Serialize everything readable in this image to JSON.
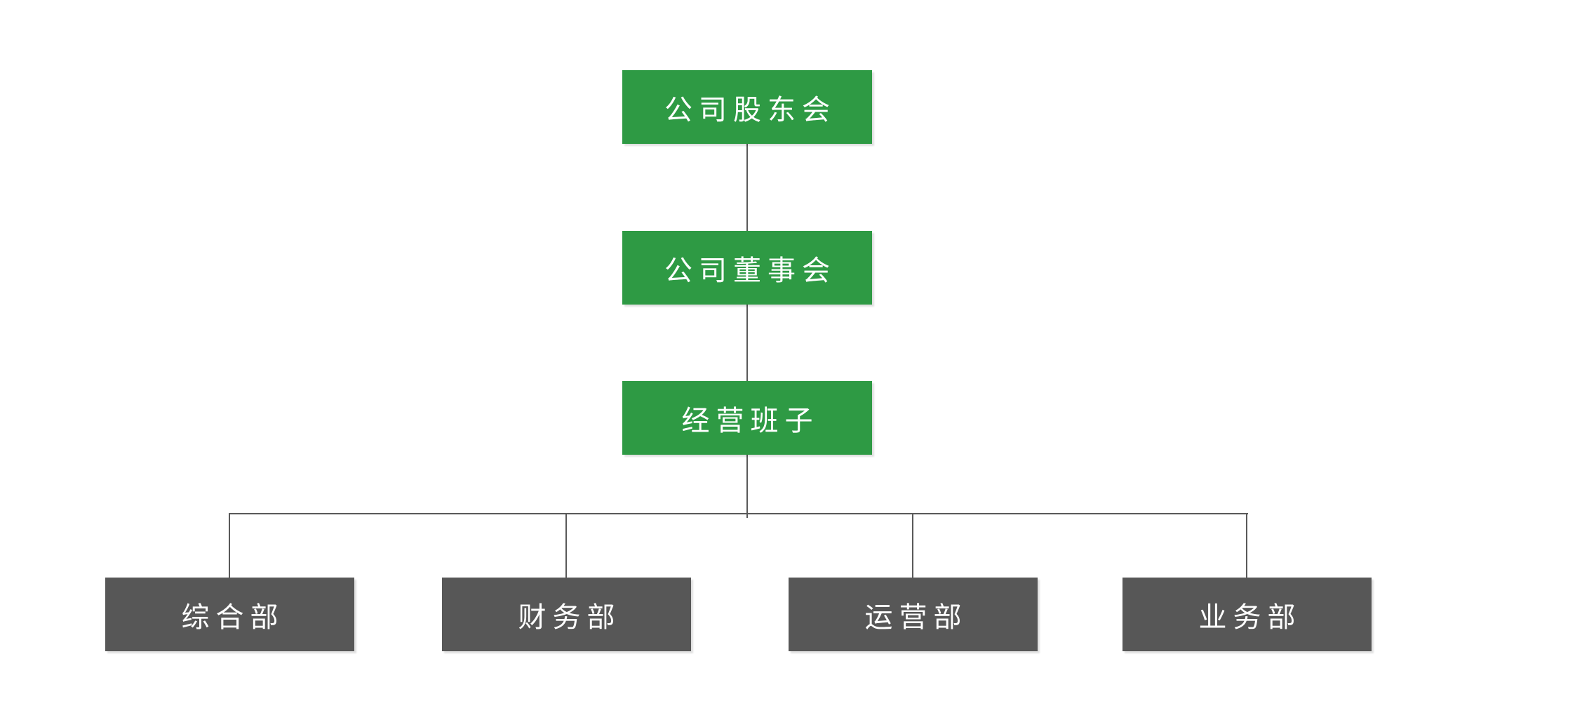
{
  "org_chart": {
    "type": "org-tree",
    "levels": [
      {
        "id": "shareholders-meeting",
        "label": "公司股东会"
      },
      {
        "id": "board-of-directors",
        "label": "公司董事会"
      },
      {
        "id": "management-team",
        "label": "经营班子"
      }
    ],
    "departments": [
      {
        "id": "general-department",
        "label": "综合部"
      },
      {
        "id": "finance-department",
        "label": "财务部"
      },
      {
        "id": "operations-department",
        "label": "运营部"
      },
      {
        "id": "business-department",
        "label": "业务部"
      }
    ],
    "edges": [
      [
        "公司股东会",
        "公司董事会"
      ],
      [
        "公司董事会",
        "经营班子"
      ],
      [
        "经营班子",
        "综合部"
      ],
      [
        "经营班子",
        "财务部"
      ],
      [
        "经营班子",
        "运营部"
      ],
      [
        "经营班子",
        "业务部"
      ]
    ]
  },
  "colors": {
    "level_box_bg": "#2E9A44",
    "department_box_bg": "#575757",
    "box_text": "#FFFFFF",
    "connector_line": "#595959",
    "background": "#FFFFFF"
  }
}
